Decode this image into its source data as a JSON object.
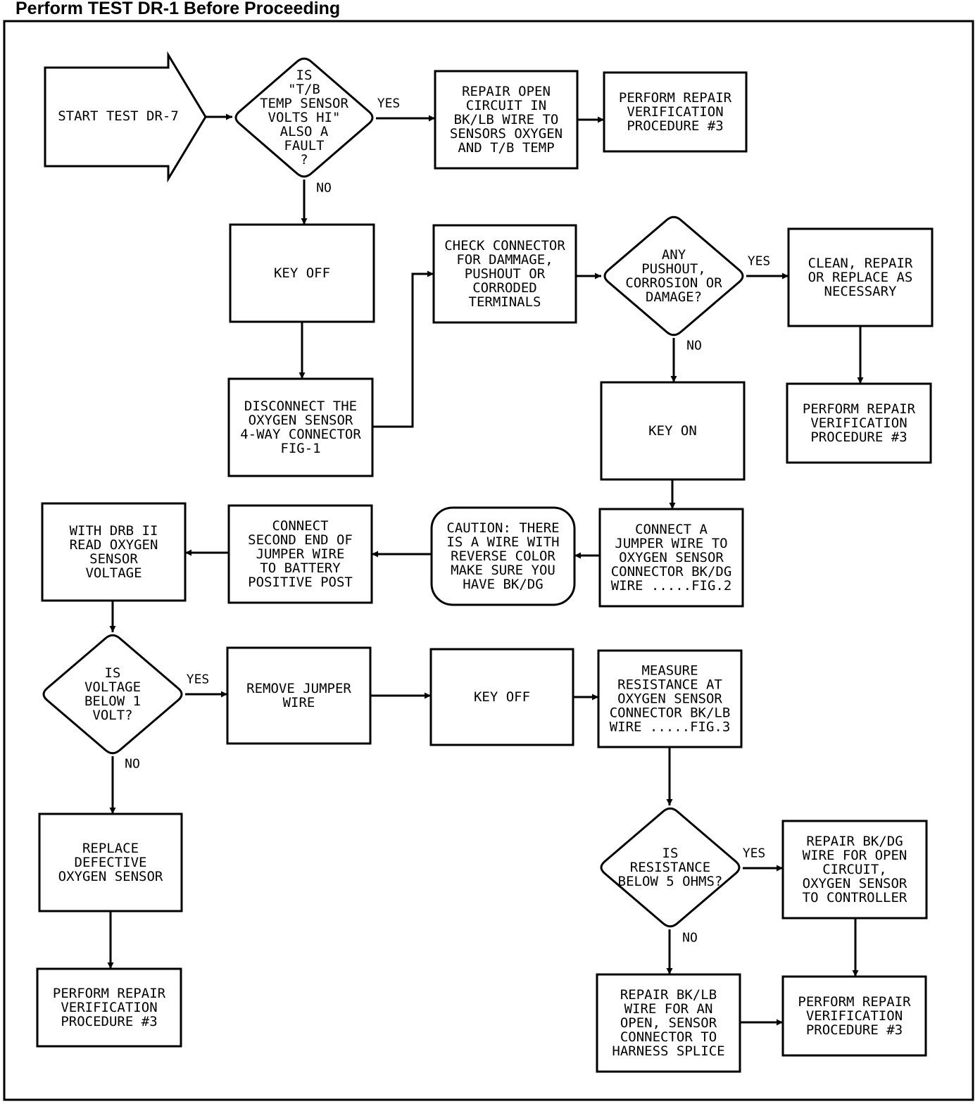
{
  "header": "Perform TEST DR-1 Before Proceeding",
  "nodes": {
    "start": [
      "START TEST DR-7"
    ],
    "d1": [
      "IS",
      "\"T/B",
      "TEMP SENSOR",
      "VOLTS HI\"",
      "ALSO A",
      "FAULT",
      "?"
    ],
    "repair_open": [
      "REPAIR OPEN",
      "CIRCUIT IN",
      "BK/LB WIRE TO",
      "SENSORS OXYGEN",
      "AND T/B TEMP"
    ],
    "verify1": [
      "PERFORM REPAIR",
      "VERIFICATION",
      "PROCEDURE #3"
    ],
    "key_off1": [
      "KEY OFF"
    ],
    "disconnect": [
      "DISCONNECT THE",
      "OXYGEN SENSOR",
      "4-WAY CONNECTOR",
      "FIG-1"
    ],
    "check_conn": [
      "CHECK CONNECTOR",
      "FOR DAMMAGE,",
      "PUSHOUT OR",
      "CORRODED",
      "TERMINALS"
    ],
    "d2": [
      "ANY",
      "PUSHOUT,",
      "CORROSION OR",
      "DAMAGE?"
    ],
    "clean": [
      "CLEAN, REPAIR",
      "OR REPLACE AS",
      "NECESSARY"
    ],
    "verify2": [
      "PERFORM REPAIR",
      "VERIFICATION",
      "PROCEDURE #3"
    ],
    "key_on": [
      "KEY ON"
    ],
    "connect_jumper": [
      "CONNECT A",
      "JUMPER WIRE TO",
      "OXYGEN SENSOR",
      "CONNECTOR BK/DG",
      "WIRE .....FIG.2"
    ],
    "caution": [
      "CAUTION: THERE",
      "IS A WIRE WITH",
      "REVERSE COLOR",
      "MAKE SURE YOU",
      "HAVE BK/DG"
    ],
    "connect_second": [
      "CONNECT",
      "SECOND END OF",
      "JUMPER WIRE",
      "TO BATTERY",
      "POSITIVE POST"
    ],
    "read_voltage": [
      "WITH DRB II",
      "READ OXYGEN",
      "SENSOR",
      "VOLTAGE"
    ],
    "d3": [
      "IS",
      "VOLTAGE",
      "BELOW 1",
      "VOLT?"
    ],
    "remove_jumper": [
      "REMOVE JUMPER",
      "WIRE"
    ],
    "key_off2": [
      "KEY OFF"
    ],
    "measure": [
      "MEASURE",
      "RESISTANCE AT",
      "OXYGEN SENSOR",
      "CONNECTOR BK/LB",
      "WIRE .....FIG.3"
    ],
    "replace_sensor": [
      "REPLACE",
      "DEFECTIVE",
      "OXYGEN SENSOR"
    ],
    "verify3": [
      "PERFORM REPAIR",
      "VERIFICATION",
      "PROCEDURE #3"
    ],
    "d4": [
      "IS",
      "RESISTANCE",
      "BELOW 5 OHMS?"
    ],
    "repair_bkdg": [
      "REPAIR BK/DG",
      "WIRE FOR OPEN",
      "CIRCUIT,",
      "OXYGEN SENSOR",
      "TO CONTROLLER"
    ],
    "repair_bklb": [
      "REPAIR BK/LB",
      "WIRE FOR AN",
      "OPEN, SENSOR",
      "CONNECTOR TO",
      "HARNESS SPLICE"
    ],
    "verify4": [
      "PERFORM REPAIR",
      "VERIFICATION",
      "PROCEDURE #3"
    ]
  },
  "labels": {
    "d1_yes": "YES",
    "d1_no": "NO",
    "d2_yes": "YES",
    "d2_no": "NO",
    "d3_yes": "YES",
    "d3_no": "NO",
    "d4_yes": "YES",
    "d4_no": "NO"
  }
}
